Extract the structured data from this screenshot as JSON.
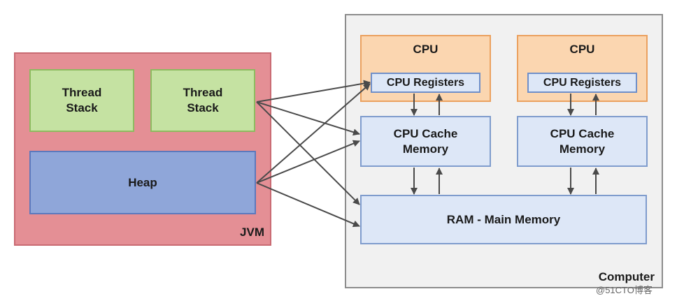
{
  "jvm": {
    "label": "JVM",
    "thread_stack_1": [
      "Thread",
      "Stack"
    ],
    "thread_stack_2": [
      "Thread",
      "Stack"
    ],
    "heap": "Heap"
  },
  "computer": {
    "label": "Computer",
    "cpu_1": {
      "title": "CPU",
      "registers": "CPU Registers",
      "cache": [
        "CPU Cache",
        "Memory"
      ]
    },
    "cpu_2": {
      "title": "CPU",
      "registers": "CPU Registers",
      "cache": [
        "CPU Cache",
        "Memory"
      ]
    },
    "ram": "RAM - Main Memory"
  },
  "watermark": "@51CTO博客",
  "colors": {
    "jvm_bg": "#e48f95",
    "thread_stack_bg": "#c5e2a2",
    "heap_bg": "#8fa6d9",
    "cpu_bg": "#fbd6b0",
    "memory_bg": "#dde7f7",
    "arrow": "#4a4a4a"
  }
}
